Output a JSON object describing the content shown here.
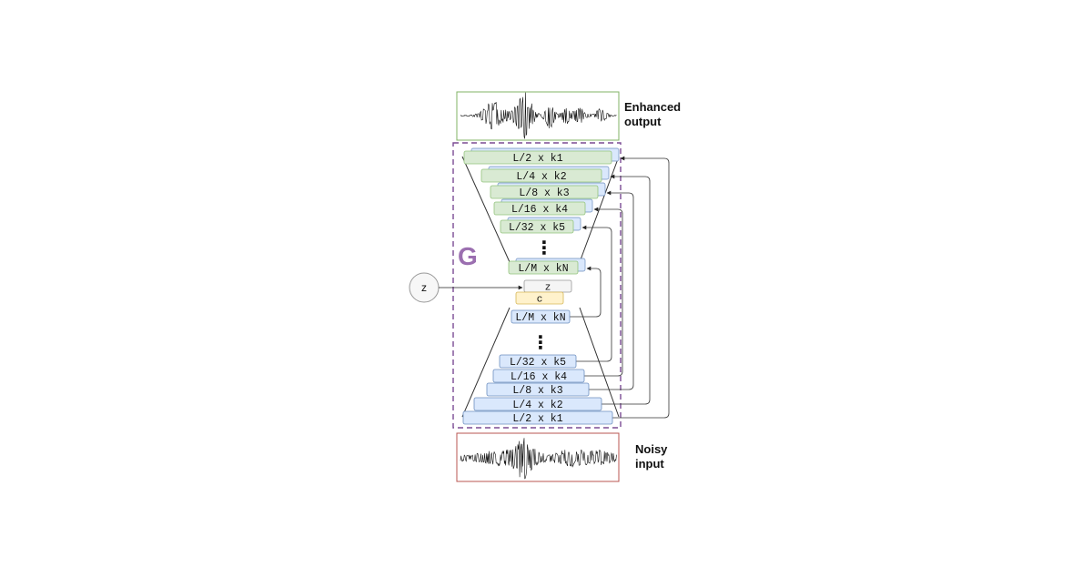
{
  "output_label": [
    "Enhanced",
    "output"
  ],
  "input_label": [
    "Noisy",
    "input"
  ],
  "generator_label": "G",
  "z_input_label": "z",
  "decoder_layers": [
    "L/2 x k1",
    "L/4 x k2",
    "L/8 x k3",
    "L/16 x k4",
    "L/32 x k5",
    "L/M x kN"
  ],
  "encoder_layers": [
    "L/M x kN",
    "L/32 x k5",
    "L/16 x k4",
    "L/8 x k3",
    "L/4 x k2",
    "L/2 x k1"
  ],
  "latent_label": "z",
  "thought_label": "c",
  "ellipsis": "⋮",
  "colors": {
    "decoder_fill": "#d9ead3",
    "decoder_stroke": "#93c47d",
    "encoder_fill": "#dae8fc",
    "encoder_stroke": "#6c8ebf",
    "thought_fill": "#fff2cc",
    "thought_stroke": "#d6b656",
    "dashed_border": "#7b4b94",
    "output_frame": "#82b366",
    "input_frame": "#b85450"
  }
}
